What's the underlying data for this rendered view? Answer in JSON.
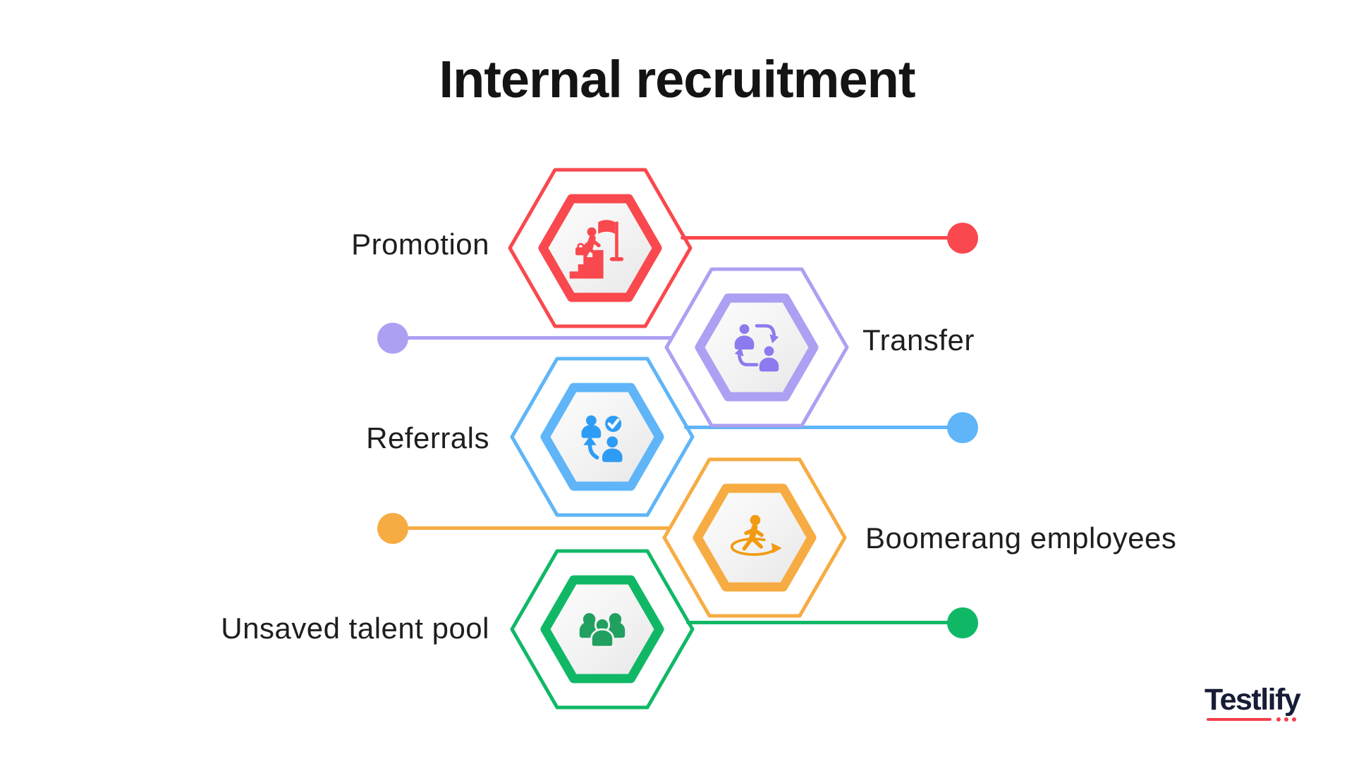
{
  "title": "Internal recruitment",
  "items": [
    {
      "label": "Promotion",
      "label_side": "left",
      "dot_side": "right",
      "ring_color": "#F9484E",
      "icon_color": "#F9484E",
      "icon": "career-stairs-flag"
    },
    {
      "label": "Transfer",
      "label_side": "right",
      "dot_side": "left",
      "ring_color": "#ACA0F3",
      "icon_color": "#8B7BEE",
      "icon": "people-swap-arrows"
    },
    {
      "label": "Referrals",
      "label_side": "left",
      "dot_side": "right",
      "ring_color": "#5FB5F7",
      "icon_color": "#2E9CF4",
      "icon": "people-check-referral"
    },
    {
      "label": "Boomerang employees",
      "label_side": "right",
      "dot_side": "left",
      "ring_color": "#F6AC42",
      "icon_color": "#F09B13",
      "icon": "person-return-loop"
    },
    {
      "label": "Unsaved talent pool",
      "label_side": "left",
      "dot_side": "right",
      "ring_color": "#10B866",
      "icon_color": "#21A05F",
      "icon": "people-group"
    }
  ],
  "logo": {
    "text": "Testlify",
    "text_color": "#181D36",
    "accent_color": "#F4404A"
  },
  "colors": {
    "background": "#FFFFFF",
    "title_text": "#141414",
    "label_text": "#1E1E1E",
    "hex_fill_light": "#FDFDFD",
    "hex_fill_dark": "#E6E6E6"
  }
}
